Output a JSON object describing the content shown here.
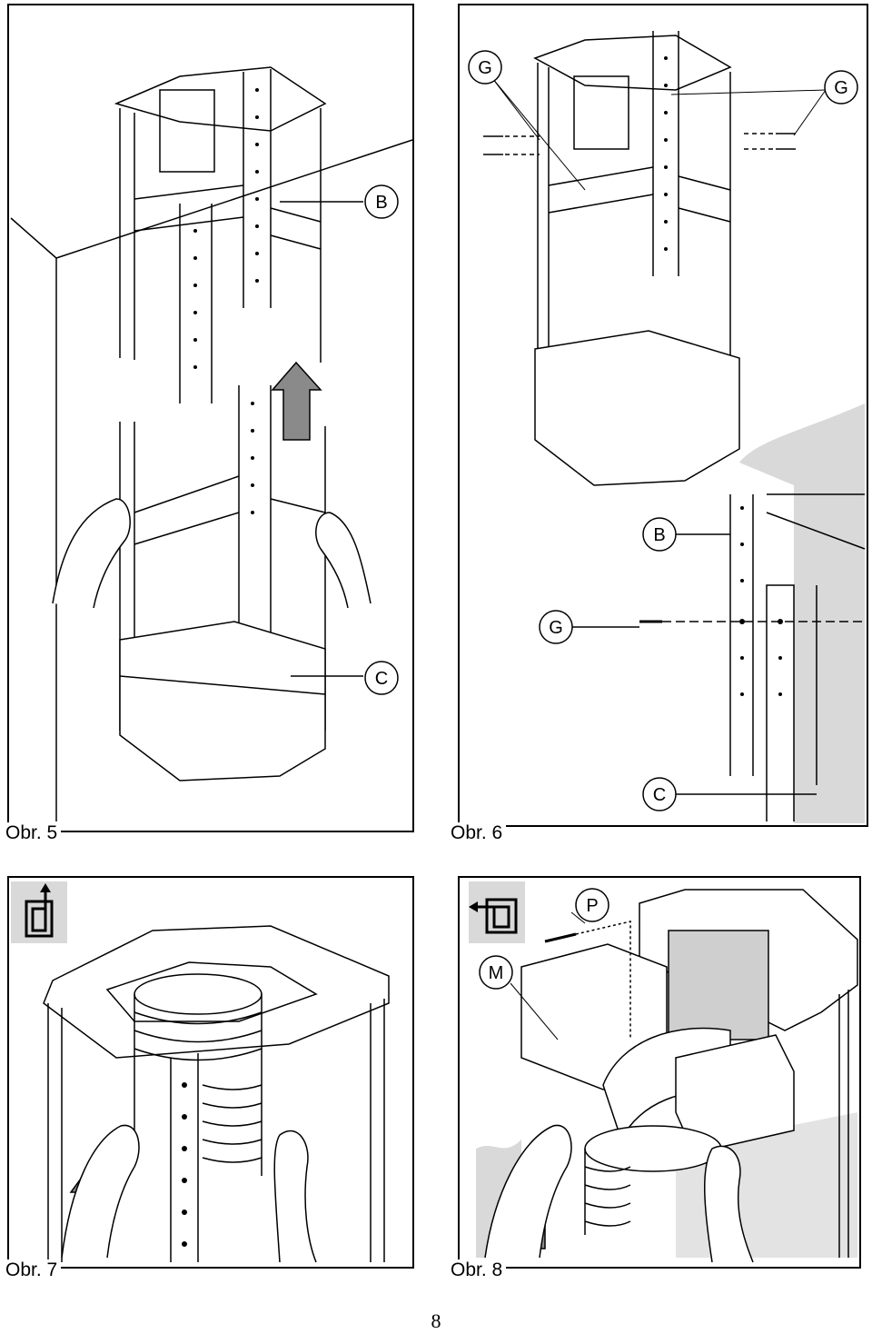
{
  "figures": [
    {
      "id": "obr5",
      "caption": "Obr. 5",
      "callouts": [
        "B",
        "C"
      ]
    },
    {
      "id": "obr6",
      "caption": "Obr. 6",
      "callouts": [
        "G",
        "G",
        "B",
        "G",
        "C"
      ]
    },
    {
      "id": "obr7",
      "caption": "Obr. 7",
      "callouts": []
    },
    {
      "id": "obr8",
      "caption": "Obr. 8",
      "callouts": [
        "P",
        "M"
      ]
    }
  ],
  "page": {
    "number": "8"
  },
  "icons": {
    "obr7_mode": "extraction-upward-icon",
    "obr8_mode": "recirculation-side-icon"
  },
  "colors": {
    "shading": "#d9d9d9",
    "arrow": "#8a8a8a",
    "line": "#000000"
  }
}
